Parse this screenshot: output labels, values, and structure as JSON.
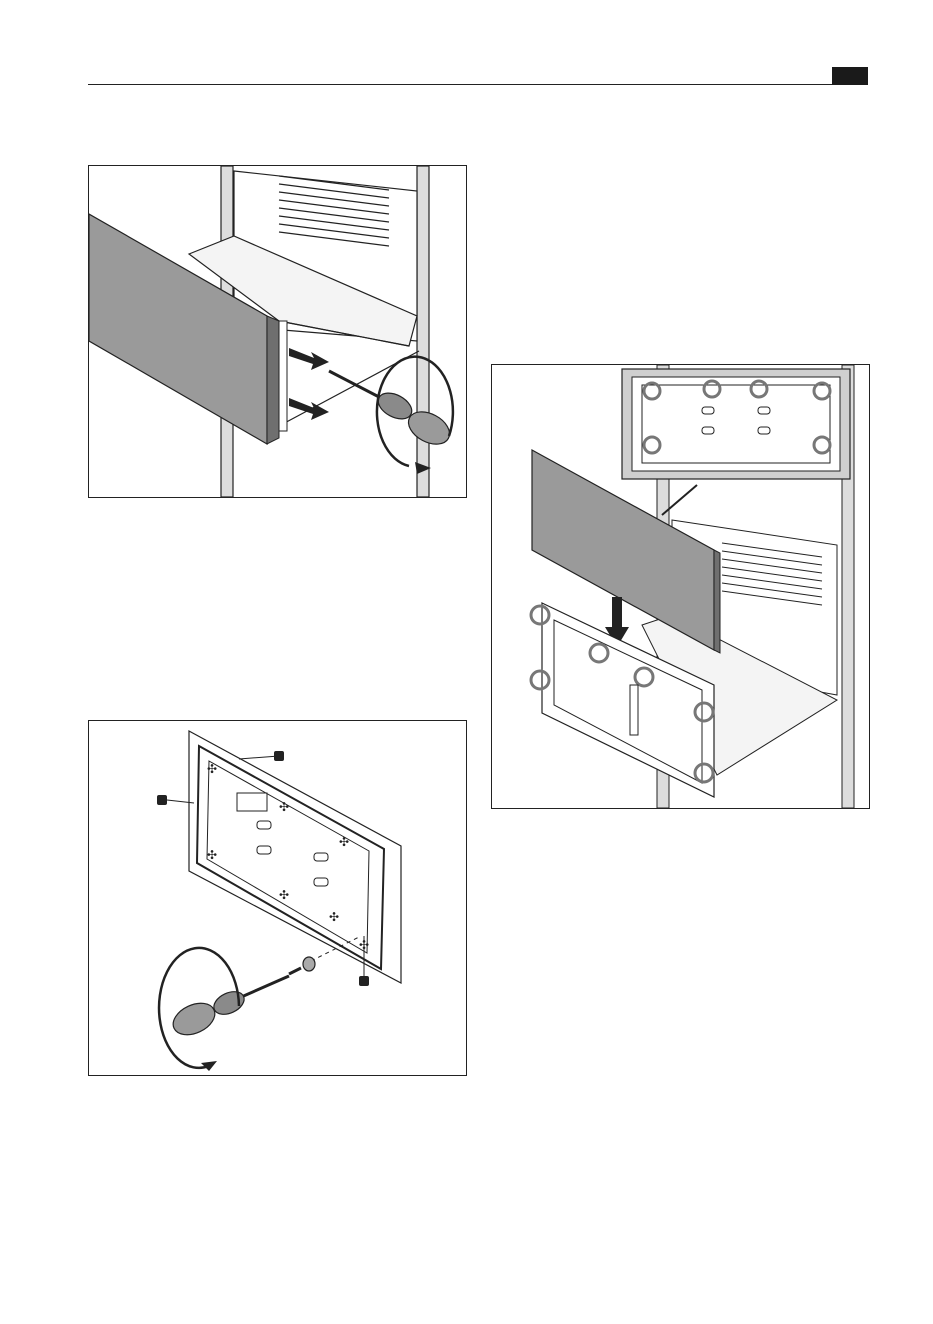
{
  "header": {
    "language_tab_label": ""
  },
  "colors": {
    "line": "#222222",
    "panel_grey": "#9a9a9a",
    "panel_dark": "#6f6f6f",
    "callout_ring": "#777777",
    "inset_bg": "#cfcfcf",
    "marker": "#222222"
  },
  "figures": [
    {
      "id": "remove-front-panel",
      "icons": [
        "front-panel",
        "screwdriver-icon",
        "arrow-icon",
        "rotate-arrow-icon"
      ]
    },
    {
      "id": "mounting-frame-screw",
      "icons": [
        "mounting-frame",
        "screw-icon",
        "screwdriver-icon",
        "rotate-arrow-icon",
        "callout-marker"
      ]
    },
    {
      "id": "attach-front-panel",
      "icons": [
        "front-panel",
        "inset-detail",
        "down-arrow-icon",
        "callout-circle"
      ]
    }
  ]
}
